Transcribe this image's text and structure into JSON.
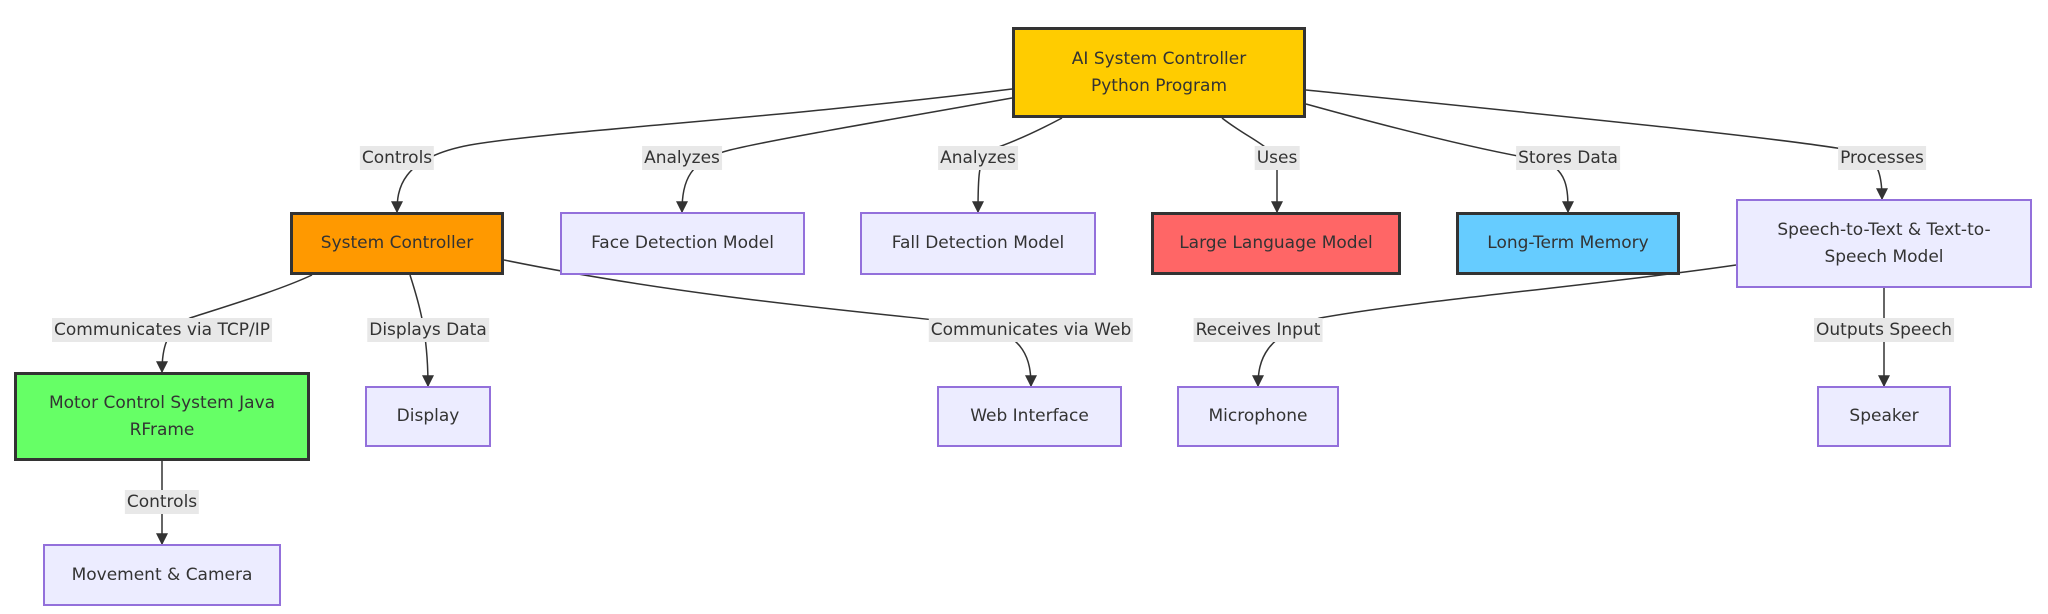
{
  "diagram": {
    "nodes": {
      "ai": {
        "label": "AI System Controller\nPython Program",
        "fill": "#ffcc00"
      },
      "sys": {
        "label": "System Controller",
        "fill": "#ff9900"
      },
      "face": {
        "label": "Face Detection Model",
        "fill": "#ececff"
      },
      "fall": {
        "label": "Fall Detection Model",
        "fill": "#ececff"
      },
      "llm": {
        "label": "Large Language Model",
        "fill": "#ff6666"
      },
      "mem": {
        "label": "Long-Term Memory",
        "fill": "#66ccff"
      },
      "stt": {
        "label": "Speech-to-Text & Text-to-\nSpeech Model",
        "fill": "#ececff"
      },
      "motor": {
        "label": "Motor Control System Java\nRFrame",
        "fill": "#66ff66"
      },
      "display": {
        "label": "Display",
        "fill": "#ececff"
      },
      "web": {
        "label": "Web Interface",
        "fill": "#ececff"
      },
      "mic": {
        "label": "Microphone",
        "fill": "#ececff"
      },
      "speaker": {
        "label": "Speaker",
        "fill": "#ececff"
      },
      "move": {
        "label": "Movement & Camera",
        "fill": "#ececff"
      }
    },
    "edges": {
      "ai_sys": "Controls",
      "ai_face": "Analyzes",
      "ai_fall": "Analyzes",
      "ai_llm": "Uses",
      "ai_mem": "Stores Data",
      "ai_stt": "Processes",
      "sys_motor": "Communicates via TCP/IP",
      "sys_display": "Displays Data",
      "sys_web": "Communicates via Web",
      "stt_mic": "Receives Input",
      "stt_speaker": "Outputs Speech",
      "motor_move": "Controls"
    },
    "edge_color": "#333333",
    "default_node_border": "#9370db",
    "label_background": "#e8e8e8"
  }
}
